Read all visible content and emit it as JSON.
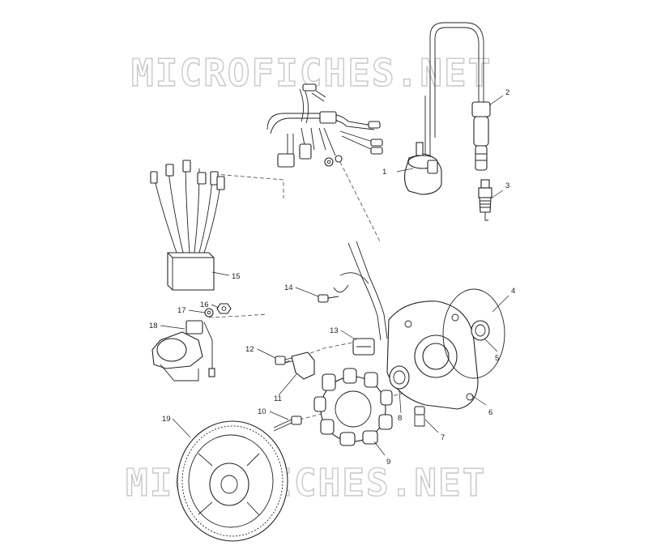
{
  "watermarks": [
    "MICROFICHES.NET",
    "MICROFICHES.NET"
  ],
  "callouts": [
    "1",
    "2",
    "3",
    "4",
    "5",
    "6",
    "7",
    "8",
    "9",
    "10",
    "11",
    "12",
    "13",
    "14",
    "15",
    "16",
    "17",
    "18",
    "19"
  ]
}
